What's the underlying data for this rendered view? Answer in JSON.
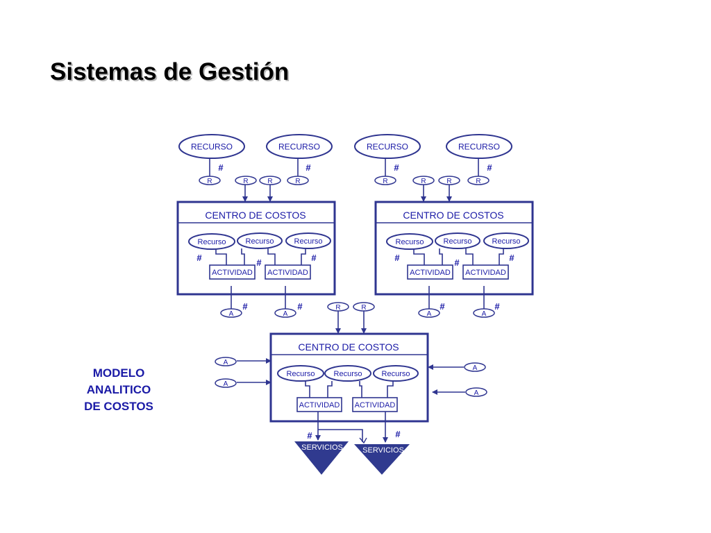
{
  "title": "Sistemas de Gestión",
  "side_label": [
    "MODELO",
    "ANALITICO",
    "DE COSTOS"
  ],
  "colors": {
    "stroke": "#2f3590",
    "text": "#1a1aa6",
    "triangle": "#303a8f"
  },
  "labels": {
    "recurso_upper": "RECURSO",
    "recurso": "Recurso",
    "cost_center": "CENTRO DE COSTOS",
    "activity": "ACTIVIDAD",
    "hash": "#",
    "r": "R",
    "a": "A",
    "servicios": "SERVICIOS"
  }
}
